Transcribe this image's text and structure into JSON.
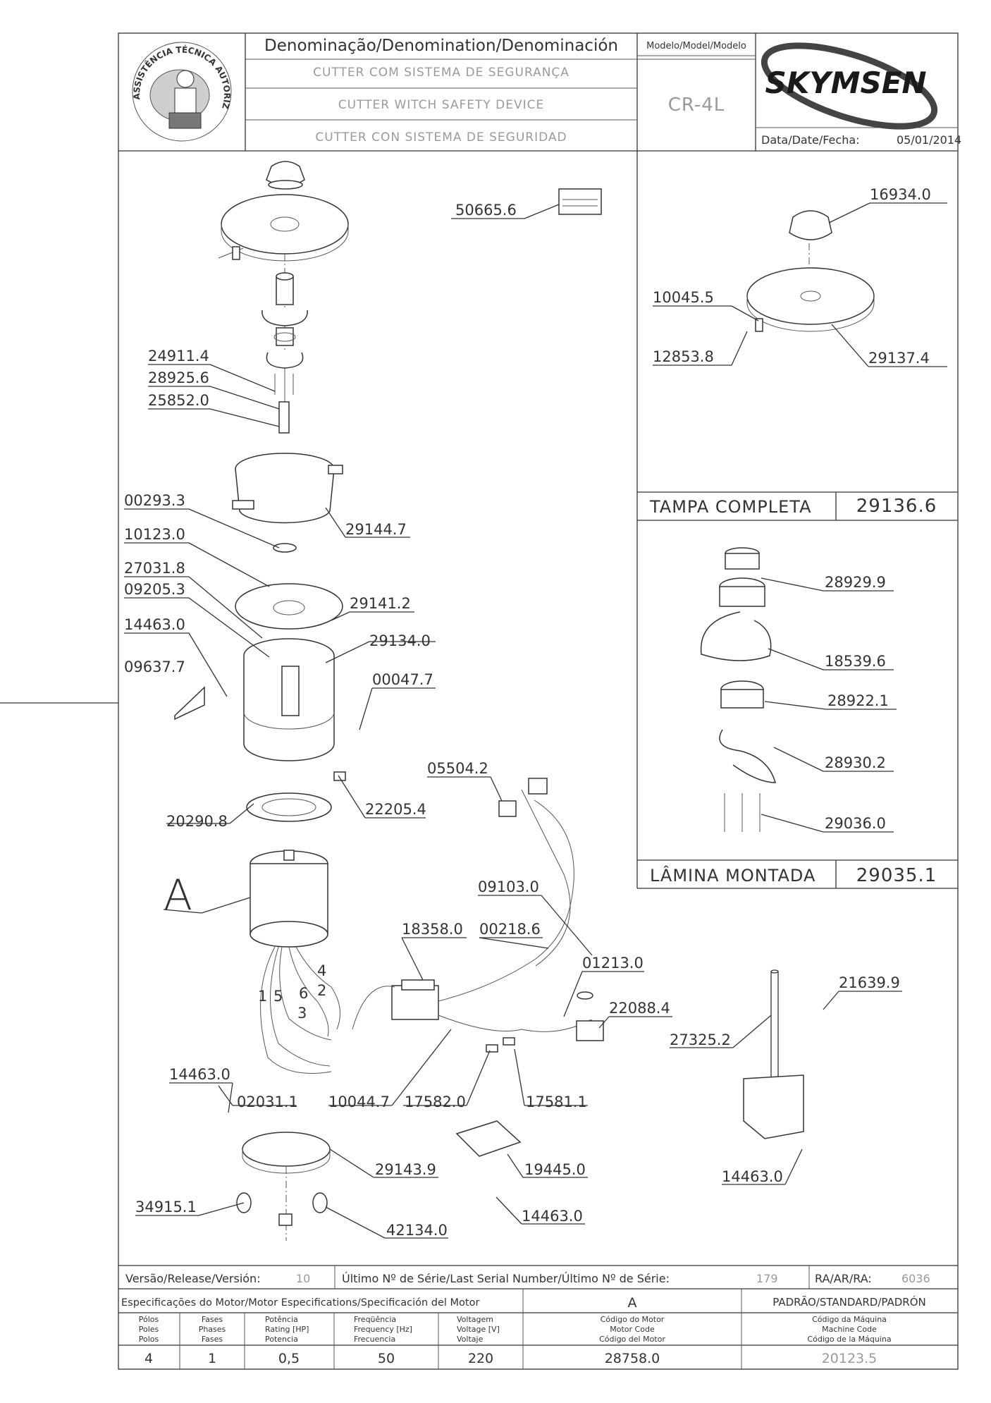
{
  "header": {
    "denomination_title": "Denominação/Denomination/Denominación",
    "name_pt": "CUTTER COM SISTEMA DE SEGURANÇA",
    "name_en": "CUTTER WITCH SAFETY DEVICE",
    "name_es": "CUTTER CON SISTEMA DE SEGURIDAD",
    "model_title": "Modelo/Model/Modelo",
    "model": "CR-4L",
    "brand": "SKYMSEN",
    "date_label": "Data/Date/Fecha:",
    "date": "05/01/2014",
    "seal_text": "ASSISTÊNCIA TÉCNICA AUTORIZADA"
  },
  "main_labels": {
    "p50665": "50665.6",
    "p24911": "24911.4",
    "p28925": "28925.6",
    "p25852": "25852.0",
    "p29144": "29144.7",
    "p00293": "00293.3",
    "p10123": "10123.0",
    "p27031": "27031.8",
    "p09205": "09205.3",
    "p29141": "29141.2",
    "p29134": "29134.0",
    "p14463a": "14463.0",
    "p09637": "09637.7",
    "p00047": "00047.7",
    "p05504": "05504.2",
    "p22205": "22205.4",
    "p20290": "20290.8",
    "motor_ref": "A",
    "p09103": "09103.0",
    "p18358": "18358.0",
    "p00218": "00218.6",
    "p01213": "01213.0",
    "p22088": "22088.4",
    "wire_4": "4",
    "wire_2": "2",
    "wire_1": "1",
    "wire_5": "5",
    "wire_6": "6",
    "wire_3": "3",
    "p14463b": "14463.0",
    "p02031": "02031.1",
    "p10044": "10044.7",
    "p17582": "17582.0",
    "p17581": "17581.1",
    "p29143": "29143.9",
    "p19445": "19445.0",
    "p34915": "34915.1",
    "p42134": "42134.0",
    "p14463c": "14463.0",
    "p21639": "21639.9",
    "p27325": "27325.2",
    "p14463d": "14463.0"
  },
  "tampa_panel": {
    "p16934": "16934.0",
    "p10045": "10045.5",
    "p12853": "12853.8",
    "p29137": "29137.4",
    "title": "TAMPA COMPLETA",
    "code": "29136.6"
  },
  "lamina_panel": {
    "p28929": "28929.9",
    "p18539": "18539.6",
    "p28922": "28922.1",
    "p28930": "28930.2",
    "p29036": "29036.0",
    "title": "LÂMINA MONTADA",
    "code": "29035.1"
  },
  "footer": {
    "version_label": "Versão/Release/Versión:",
    "version": "10",
    "serial_label": "Último Nº de Série/Last Serial Number/Último Nº de Série:",
    "serial": "179",
    "ra_label": "RA/AR/RA:",
    "ra": "6036",
    "motor_spec_label": "Especificações do Motor/Motor Especifications/Specificación del Motor",
    "motor_ref": "A",
    "standard_label": "PADRÃO/STANDARD/PADRÓN",
    "col_poles": [
      "Pólos",
      "Poles",
      "Polos"
    ],
    "col_phases": [
      "Fases",
      "Phases",
      "Fases"
    ],
    "col_power": [
      "Potência",
      "Rating [HP]",
      "Potencia"
    ],
    "col_freq": [
      "Freqüência",
      "Frequency [Hz]",
      "Frecuencia"
    ],
    "col_voltage": [
      "Voltagem",
      "Voltage [V]",
      "Voltaje"
    ],
    "col_motor_code": [
      "Código do Motor",
      "Motor Code",
      "Código del Motor"
    ],
    "col_machine_code": [
      "Código da Máquina",
      "Machine Code",
      "Código de la Máquina"
    ],
    "poles": "4",
    "phases": "1",
    "power": "0,5",
    "frequency": "50",
    "voltage": "220",
    "motor_code": "28758.0",
    "machine_code": "20123.5"
  },
  "colors": {
    "line": "#333333",
    "muted": "#9a9a9a",
    "background": "#ffffff"
  }
}
